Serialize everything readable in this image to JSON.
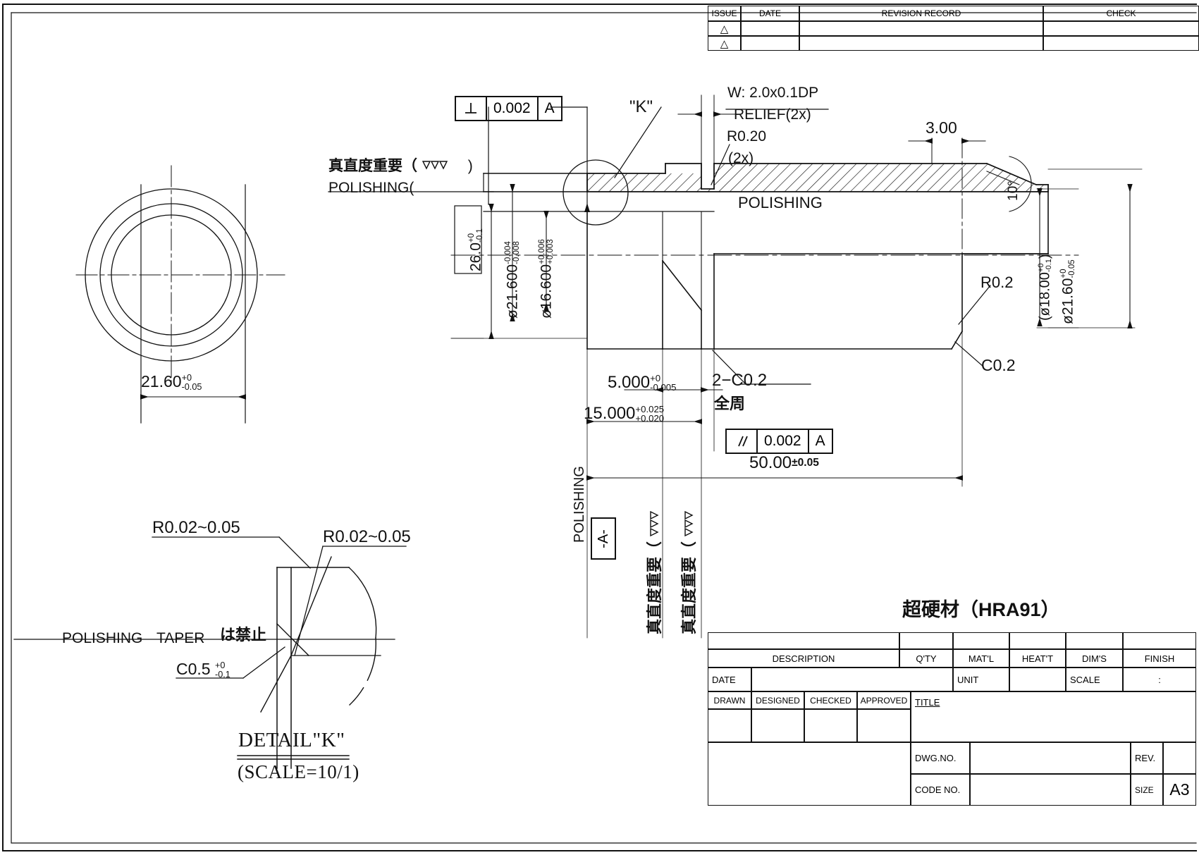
{
  "sheet": {
    "size_label": "A3",
    "material_note": "超硬材（HRA91）"
  },
  "revision_table": {
    "headers": [
      "ISSUE",
      "DATE",
      "REVISION RECORD",
      "CHECK"
    ],
    "rows": [
      {
        "issue_icon": "warning-triangle-icon",
        "date": "",
        "record": "",
        "check": ""
      },
      {
        "issue_icon": "warning-triangle-icon",
        "date": "",
        "record": "",
        "check": ""
      }
    ]
  },
  "title_block": {
    "headers": {
      "description": "DESCRIPTION",
      "qty": "Q'TY",
      "matl": "MAT'L",
      "heat_t": "HEAT'T",
      "dims": "DIM'S",
      "finish": "FINISH"
    },
    "rows": {
      "date": "DATE",
      "unit": "UNIT",
      "scale": "SCALE",
      "scale_value": ":",
      "drawn": "DRAWN",
      "designed": "DESIGNED",
      "checked": "CHECKED",
      "approved": "APPROVED",
      "title": "TITLE",
      "dwg_no": "DWG.NO.",
      "code_no": "CODE NO.",
      "rev": "REV.",
      "size": "SIZE",
      "size_value": "A3"
    }
  },
  "front_view": {
    "diameter_dim": "21.60",
    "diameter_tol_upper": "+0",
    "diameter_tol_lower": "-0.05"
  },
  "section_view": {
    "gdt_perpendicularity": {
      "symbol": "⊥",
      "tolerance": "0.002",
      "datum": "A"
    },
    "gdt_parallelism": {
      "symbol": "//",
      "tolerance": "0.002",
      "datum": "A"
    },
    "datum_feature": "-A-",
    "detail_callout": "\"K\"",
    "notes": {
      "straightness_top": "真直度重要（",
      "polishing_top": "POLISHING(",
      "polishing_center": "POLISHING",
      "polishing_left_vertical": "POLISHING",
      "straightness_v1": "真直度重要（",
      "straightness_v2": "真直度重要（",
      "groove": "W: 2.0x0.1DP",
      "relief": "RELIEF(2x)",
      "radius_relief": "R0.20",
      "radius_relief_qty": "(2x)",
      "chamfer_2": "2−C0.2",
      "chamfer_all_around": "全周",
      "chamfer_right": "C0.2",
      "radius_right": "R0.2",
      "angle": "10°"
    },
    "dimensions": {
      "len_26": {
        "value": "26.0",
        "tol_upper": "+0",
        "tol_lower": "-0.1"
      },
      "dia_21600": {
        "value": "ø21.600",
        "tol_upper": "-0.004",
        "tol_lower": "-0.008"
      },
      "dia_16600": {
        "value": "ø16.600",
        "tol_upper": "+0.006",
        "tol_lower": "+0.003"
      },
      "width_300": {
        "value": "3.00"
      },
      "dia_18": {
        "value": "(ø18.00",
        "tol_upper": "+0",
        "tol_lower": "-0.1",
        "close": ")"
      },
      "dia_2160": {
        "value": "ø21.60",
        "tol_upper": "+0",
        "tol_lower": "-0.05"
      },
      "len_5000": {
        "value": "5.000",
        "tol_upper": "+0",
        "tol_lower": "-0.005"
      },
      "len_15000": {
        "value": "15.000",
        "tol_upper": "+0.025",
        "tol_lower": "+0.020"
      },
      "len_5000_total": {
        "value": "50.00",
        "tol": "±0.05"
      }
    }
  },
  "detail_k": {
    "title": "DETAIL\"K\"",
    "scale": "(SCALE=10/1)",
    "radius_left": "R0.02~0.05",
    "radius_right": "R0.02~0.05",
    "polishing": "POLISHING",
    "taper": "TAPER",
    "prohibited": "は禁止",
    "chamfer": {
      "value": "C0.5",
      "tol_upper": "+0",
      "tol_lower": "-0.1"
    }
  }
}
